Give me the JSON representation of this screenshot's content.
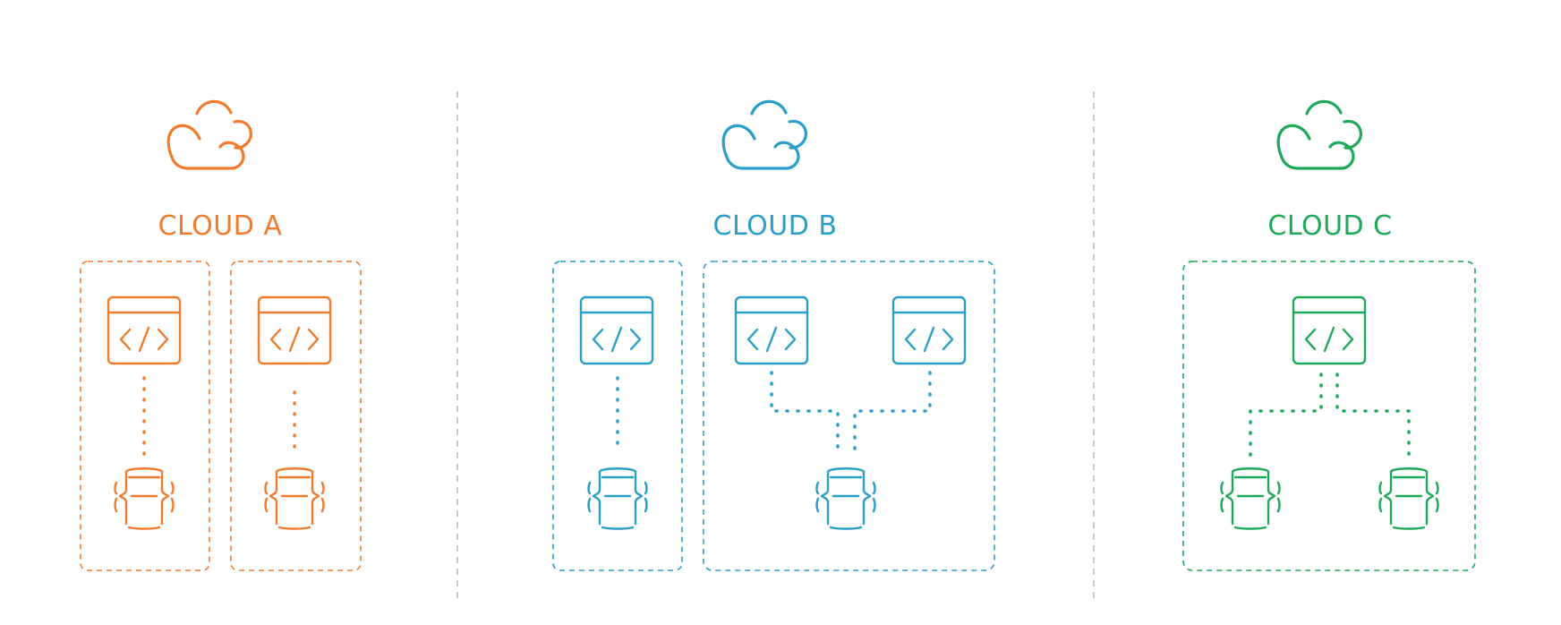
{
  "colors": {
    "cloud_a": "#f07b2e",
    "cloud_b": "#2a9ec6",
    "cloud_c": "#1ea85a",
    "divider": "#c8c8c8"
  },
  "clouds": [
    {
      "title": "CLOUD A",
      "color_key": "cloud_a",
      "groups": 2,
      "icons": [
        "cloud-icon",
        "code-window-icon",
        "database-icon"
      ]
    },
    {
      "title": "CLOUD B",
      "color_key": "cloud_b",
      "groups": 2,
      "icons": [
        "cloud-icon",
        "code-window-icon",
        "database-icon"
      ]
    },
    {
      "title": "CLOUD C",
      "color_key": "cloud_c",
      "groups": 1,
      "icons": [
        "cloud-icon",
        "code-window-icon",
        "database-icon"
      ]
    }
  ]
}
